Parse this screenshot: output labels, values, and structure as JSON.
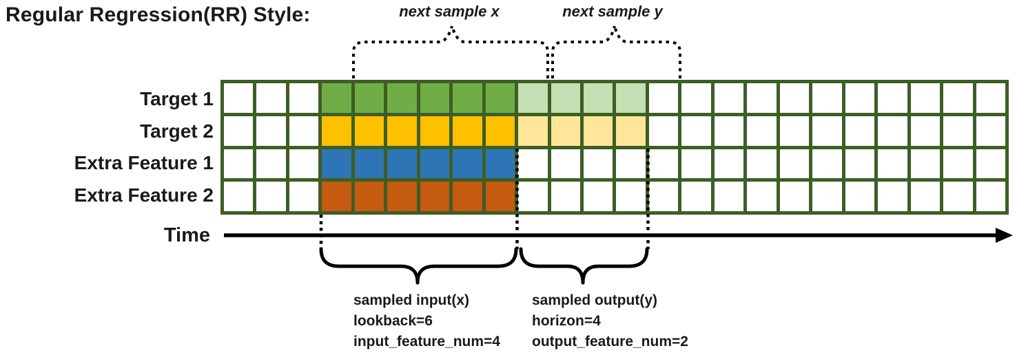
{
  "title": "Regular Regression(RR) Style:",
  "annotations": {
    "next_sample_x": "next sample x",
    "next_sample_y": "next sample y"
  },
  "grid": {
    "columns": 24,
    "border_color": "#3E5E24",
    "input_columns": {
      "start": 3,
      "end": 8,
      "count": 6
    },
    "output_columns": {
      "start": 9,
      "end": 12,
      "count": 4
    },
    "rows": [
      {
        "label": "Target 1",
        "input_color": "#70AD47",
        "output_color": "#C5E0B4",
        "has_output": true
      },
      {
        "label": "Target 2",
        "input_color": "#FFC000",
        "output_color": "#FFE699",
        "has_output": true
      },
      {
        "label": "Extra Feature 1",
        "input_color": "#2E75B6",
        "output_color": "",
        "has_output": false
      },
      {
        "label": "Extra Feature 2",
        "input_color": "#C55A11",
        "output_color": "",
        "has_output": false
      }
    ]
  },
  "time_axis": {
    "label": "Time",
    "arrow_color": "#000000"
  },
  "input_annotation": {
    "lines": [
      "sampled input(x)",
      "lookback=6",
      "input_feature_num=4"
    ]
  },
  "output_annotation": {
    "lines": [
      "sampled output(y)",
      "horizon=4",
      "output_feature_num=2"
    ]
  }
}
